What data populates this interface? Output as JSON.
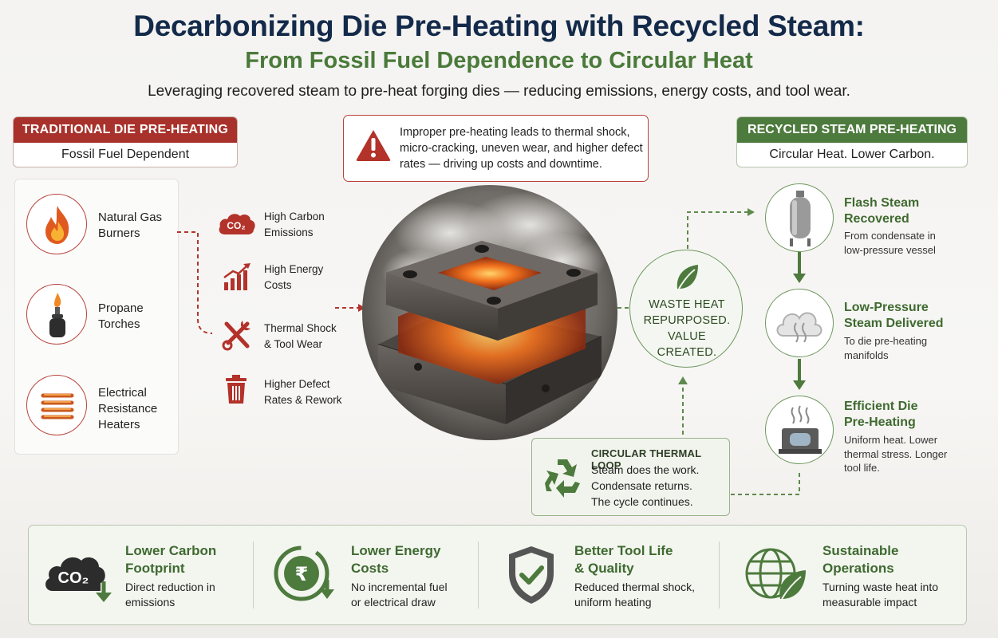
{
  "header": {
    "title": "Decarbonizing Die Pre-Heating with Recycled Steam:",
    "subtitle": "From Fossil Fuel Dependence to Circular Heat",
    "tagline": "Leveraging recovered steam to pre-heat forging dies — reducing emissions, energy costs, and tool wear."
  },
  "traditional": {
    "title": "TRADITIONAL DIE PRE-HEATING",
    "subtitle": "Fossil Fuel Dependent",
    "sources": [
      {
        "line1": "Natural Gas",
        "line2": "Burners",
        "icon": "flame-icon"
      },
      {
        "line1": "Propane",
        "line2": "Torches",
        "icon": "propane-torch-icon"
      },
      {
        "line1": "Electrical",
        "line2": "Resistance",
        "line3": "Heaters",
        "icon": "heater-coil-icon"
      }
    ],
    "impacts": [
      {
        "line1": "High Carbon",
        "line2": "Emissions",
        "icon": "co2-cloud-icon",
        "icon_text": "CO₂"
      },
      {
        "line1": "High Energy",
        "line2": "Costs",
        "icon": "rising-costs-icon"
      },
      {
        "line1": "Thermal Shock",
        "line2": "& Tool Wear",
        "icon": "tools-icon"
      },
      {
        "line1": "Higher Defect",
        "line2": "Rates & Rework",
        "icon": "trash-icon"
      }
    ]
  },
  "warning": {
    "icon": "warning-icon",
    "text": "Improper pre-heating leads to thermal shock, micro-cracking, uneven wear, and higher defect rates — driving up costs and downtime."
  },
  "recycled": {
    "title": "RECYCLED STEAM PRE-HEATING",
    "subtitle": "Circular Heat. Lower Carbon.",
    "waste_heat": {
      "line1": "WASTE HEAT",
      "line2": "REPURPOSED.",
      "line3": "VALUE",
      "line4": "CREATED.",
      "icon": "leaf-icon"
    },
    "steps": [
      {
        "title1": "Flash Steam",
        "title2": "Recovered",
        "desc1": "From condensate in",
        "desc2": "low-pressure vessel",
        "icon": "pressure-vessel-icon"
      },
      {
        "title1": "Low-Pressure",
        "title2": "Steam Delivered",
        "desc1": "To die pre-heating",
        "desc2": "manifolds",
        "icon": "steam-cloud-icon"
      },
      {
        "title1": "Efficient Die",
        "title2": "Pre-Heating",
        "desc1": "Uniform heat. Lower",
        "desc2": "thermal stress. Longer",
        "desc3": "tool life.",
        "icon": "heated-die-icon"
      }
    ],
    "loop": {
      "title": "CIRCULAR THERMAL LOOP",
      "line1": "Steam does the work.",
      "line2": "Condensate returns.",
      "line3": "The cycle continues.",
      "icon": "recycle-icon"
    }
  },
  "benefits": [
    {
      "title1": "Lower Carbon",
      "title2": "Footprint",
      "desc1": "Direct reduction in",
      "desc2": "emissions",
      "icon": "co2-down-icon",
      "icon_text": "CO₂"
    },
    {
      "title1": "Lower Energy",
      "title2": "Costs",
      "desc1": "No incremental fuel",
      "desc2": "or electrical draw",
      "icon": "rupee-savings-icon",
      "icon_text": "₹"
    },
    {
      "title1": "Better Tool Life",
      "title2": "& Quality",
      "desc1": "Reduced thermal shock,",
      "desc2": "uniform heating",
      "icon": "shield-check-icon"
    },
    {
      "title1": "Sustainable",
      "title2": "Operations",
      "desc1": "Turning waste heat into",
      "desc2": "measurable impact",
      "icon": "globe-leaf-icon"
    }
  ],
  "colors": {
    "title_navy": "#132a4a",
    "accent_green": "#4d7a3d",
    "accent_red": "#a8322b"
  }
}
